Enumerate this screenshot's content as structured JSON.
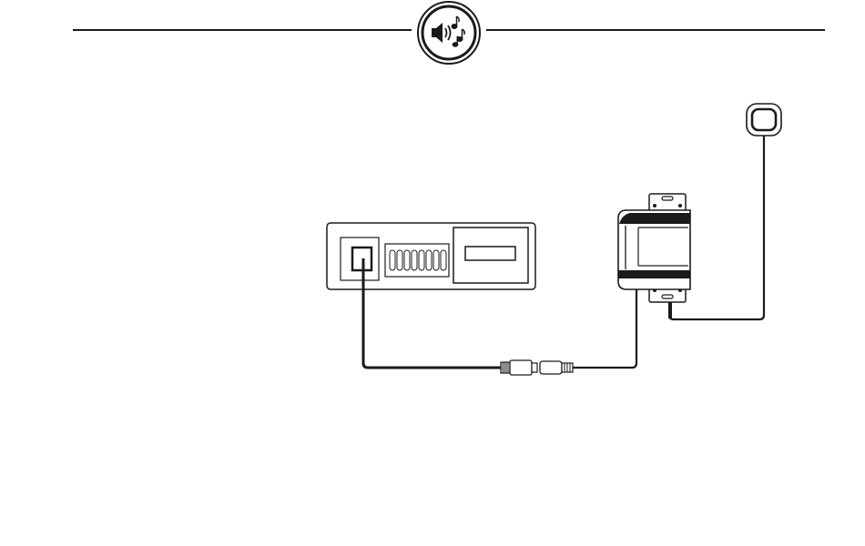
{
  "header": {
    "badge_icon": "speaker-music-notes-icon",
    "rule_color": "#1a1a1a"
  },
  "diagram": {
    "components": [
      {
        "id": "head-unit",
        "icon": "radio-head-unit"
      },
      {
        "id": "inline-connector",
        "icon": "cable-coupler"
      },
      {
        "id": "interface-module",
        "icon": "mounted-module-box"
      },
      {
        "id": "antenna",
        "icon": "gps-puck-antenna"
      }
    ],
    "connections": [
      {
        "from": "head-unit",
        "to": "inline-connector"
      },
      {
        "from": "inline-connector",
        "to": "interface-module"
      },
      {
        "from": "interface-module",
        "to": "antenna"
      }
    ],
    "line_color": "#1a1a1a",
    "background": "#ffffff"
  }
}
